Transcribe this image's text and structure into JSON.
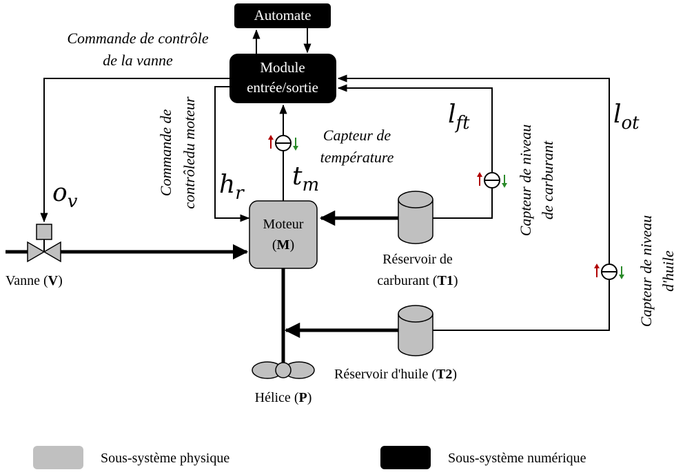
{
  "colors": {
    "physical": "#c0c0c0",
    "digital": "#000000",
    "arrow_up": "#b00000",
    "arrow_down": "#2a8a2a"
  },
  "blocks": {
    "automate": "Automate",
    "module_line1": "Module",
    "module_line2": "entrée/sortie",
    "moteur_line1": "Moteur",
    "moteur_line2_open": "(",
    "moteur_line2_bold": "M",
    "moteur_line2_close": ")"
  },
  "components": {
    "vanne_text": "Vanne (",
    "vanne_bold": "V",
    "vanne_close": ")",
    "t1_line1": "Réservoir de",
    "t1_line2_text": "carburant (",
    "t1_line2_bold": "T1",
    "t1_line2_close": ")",
    "t2_text": "Réservoir d'huile (",
    "t2_bold": "T2",
    "t2_close": ")",
    "helice_text": "Hélice (",
    "helice_bold": "P",
    "helice_close": ")"
  },
  "annotations": {
    "cmd_vanne_line1": "Commande de contrôle",
    "cmd_vanne_line2": "de  la vanne",
    "cmd_moteur_line1": "Commande de",
    "cmd_moteur_line2": "contrôledu moteur",
    "capteur_temp_line1": "Capteur de",
    "capteur_temp_line2": "température",
    "capteur_carb_line1": "Capteur de niveau",
    "capteur_carb_line2": "de carburant",
    "capteur_huile_line1": "Capteur de niveau",
    "capteur_huile_line2": "d'huile"
  },
  "signals": {
    "o_main": "o",
    "o_sub": "v",
    "h_main": "h",
    "h_sub": "r",
    "t_main": "t",
    "t_sub": "m",
    "lf_main": "l",
    "lf_sub": "ft",
    "lo_main": "l",
    "lo_sub": "ot"
  },
  "legend": {
    "physical": "Sous-système physique",
    "digital": "Sous-système numérique"
  }
}
